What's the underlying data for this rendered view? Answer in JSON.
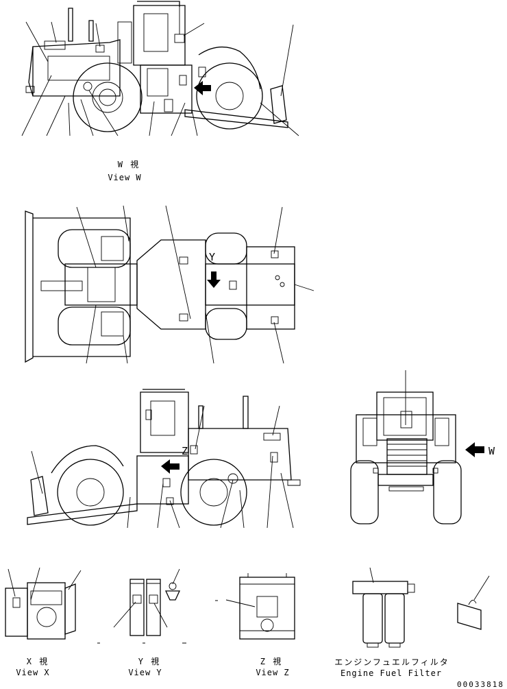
{
  "views": {
    "view_w": {
      "jp": "W  視",
      "en": "View W"
    },
    "top_marker": "Y",
    "side_marker": "Z",
    "front_marker": "W",
    "view_x": {
      "jp": "X  視",
      "en": "View X"
    },
    "view_y": {
      "jp": "Y  視",
      "en": "View Y"
    },
    "view_z": {
      "jp": "Z  視",
      "en": "View Z"
    },
    "fuel_filter": {
      "jp": "エンジンフュエルフィルタ",
      "en": "Engine Fuel Filter"
    }
  },
  "drawing_number": "00033818"
}
